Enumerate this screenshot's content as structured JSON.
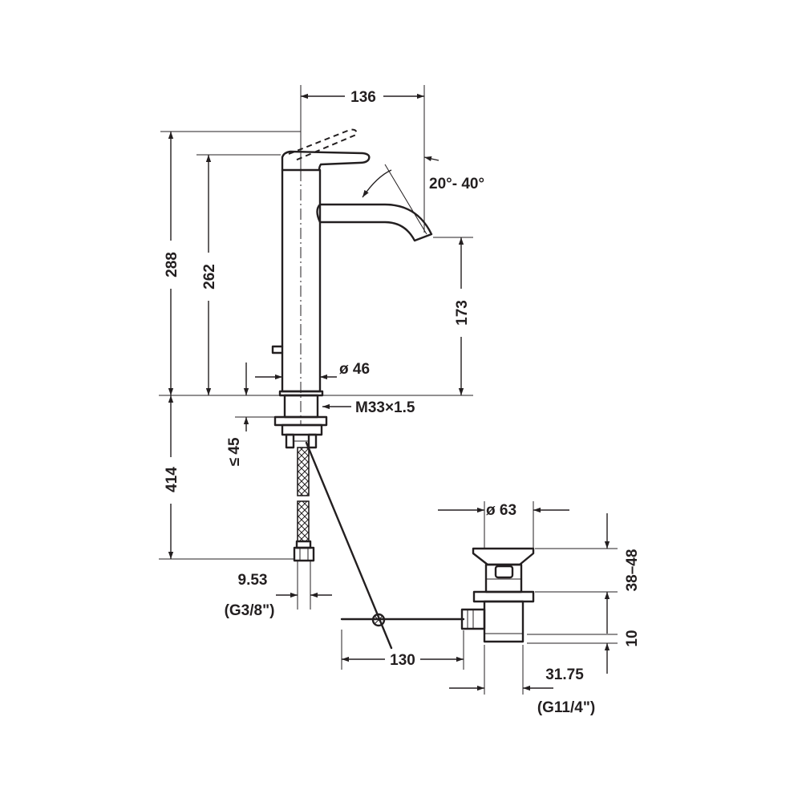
{
  "dimensions": {
    "spout_reach": "136",
    "spout_angle": "20°- 40°",
    "total_height": "288",
    "lever_height": "262",
    "outlet_height": "173",
    "base_diameter": "ø 46",
    "thread": "M33×1.5",
    "max_deck": "45",
    "max_deck_symbol": "≤",
    "hose_length": "414",
    "hose_connection": "9.53",
    "hose_thread": "(G3/8\")",
    "waste_diameter": "ø 63",
    "waste_range": "38–48",
    "waste_10": "10",
    "rod_offset": "130",
    "waste_connection": "31.75",
    "waste_thread": "(G11/4\")"
  }
}
